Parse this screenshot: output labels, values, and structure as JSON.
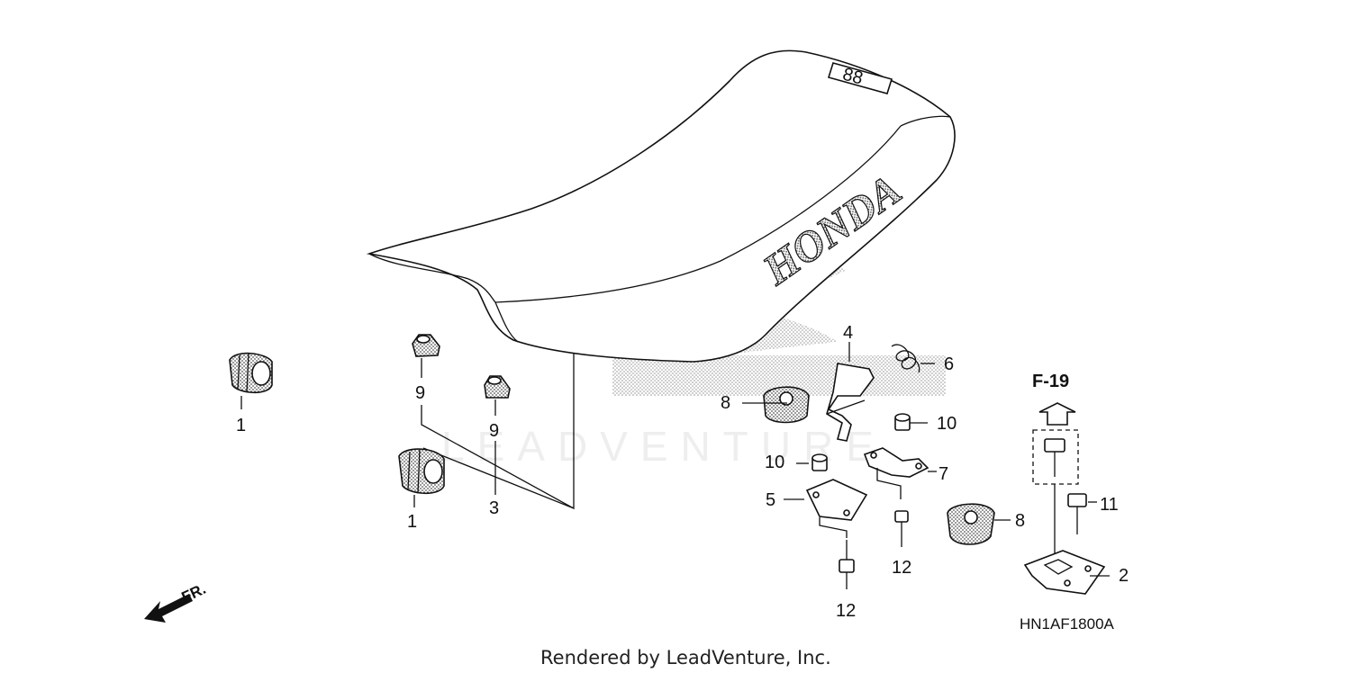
{
  "watermark": "LEADVENTURE",
  "seat_brand": "HONDA",
  "callouts": [
    {
      "id": "c1a",
      "label": "1"
    },
    {
      "id": "c1b",
      "label": "1"
    },
    {
      "id": "c2",
      "label": "2"
    },
    {
      "id": "c3",
      "label": "3"
    },
    {
      "id": "c4",
      "label": "4"
    },
    {
      "id": "c5",
      "label": "5"
    },
    {
      "id": "c6",
      "label": "6"
    },
    {
      "id": "c7",
      "label": "7"
    },
    {
      "id": "c8a",
      "label": "8"
    },
    {
      "id": "c8b",
      "label": "8"
    },
    {
      "id": "c9a",
      "label": "9"
    },
    {
      "id": "c9b",
      "label": "9"
    },
    {
      "id": "c10a",
      "label": "10"
    },
    {
      "id": "c10b",
      "label": "10"
    },
    {
      "id": "c11",
      "label": "11"
    },
    {
      "id": "c12a",
      "label": "12"
    },
    {
      "id": "c12b",
      "label": "12"
    }
  ],
  "reference": "F-19",
  "front_indicator": "FR.",
  "diagram_code": "HN1AF1800A",
  "credit": "Rendered by LeadVenture, Inc."
}
